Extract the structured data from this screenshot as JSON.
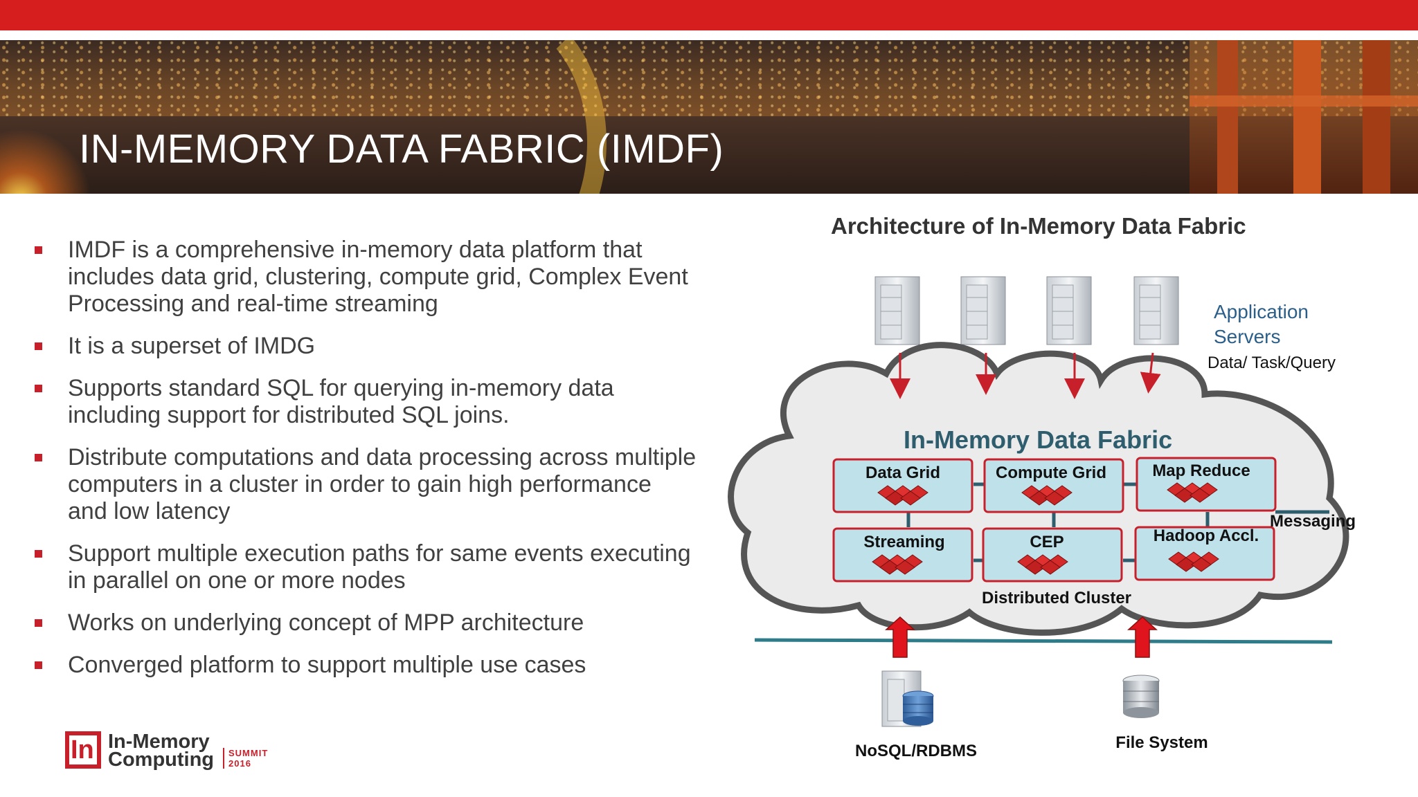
{
  "slide": {
    "title": "IN-MEMORY DATA FABRIC (IMDF)",
    "accent_color": "#d71e1e"
  },
  "bullets": [
    "IMDF is a comprehensive in-memory data platform that includes data grid, clustering, compute grid, Complex Event Processing and real-time streaming",
    "It is a superset of IMDG",
    "Supports standard SQL for querying in-memory data including support for distributed SQL joins.",
    "Distribute computations and data processing across multiple computers in a cluster in order to gain high performance and low latency",
    "Support multiple execution paths for same events executing in parallel on one or more nodes",
    "Works on underlying concept of MPP architecture",
    "Converged platform to support multiple use cases"
  ],
  "diagram": {
    "heading": "Architecture of In-Memory Data Fabric",
    "app_servers_label_1": "Application",
    "app_servers_label_2": "Servers",
    "flow_label": "Data/ Task/Query",
    "fabric_title": "In-Memory Data Fabric",
    "modules": [
      "Data Grid",
      "Compute Grid",
      "Map Reduce",
      "Streaming",
      "CEP",
      "Hadoop Accl."
    ],
    "messaging_label": "Messaging",
    "cluster_label": "Distributed Cluster",
    "source_1": "NoSQL/RDBMS",
    "source_2": "File System"
  },
  "logo": {
    "mark": "In",
    "line1": "In-Memory",
    "line2": "Computing",
    "event": "SUMMIT",
    "year": "2016"
  }
}
